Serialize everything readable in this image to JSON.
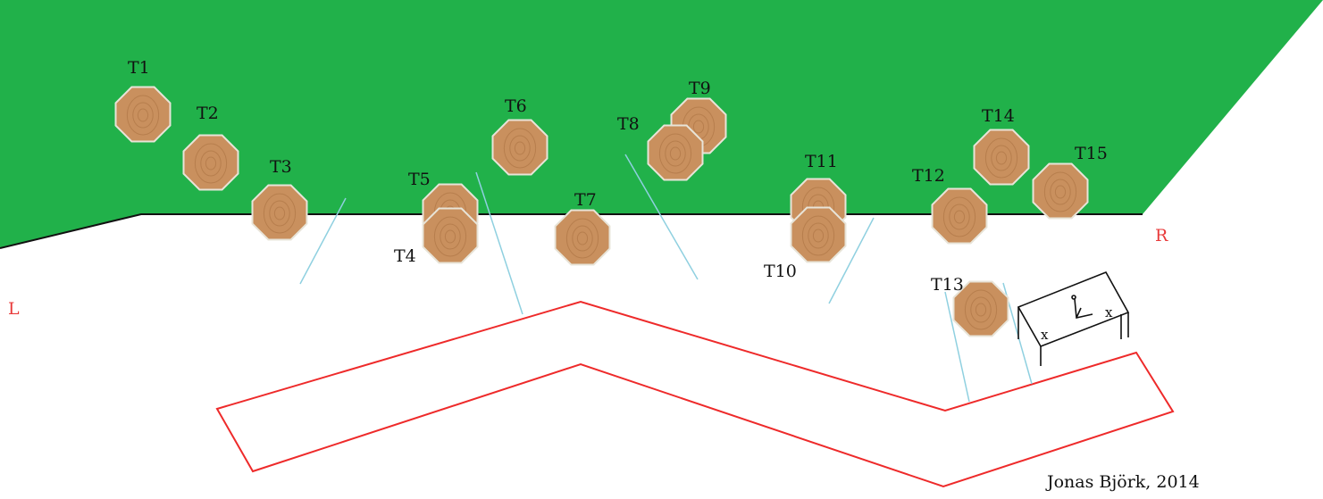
{
  "colors": {
    "ground": "#21b14a",
    "stump_fill": "#c9905e",
    "stump_ring": "#a86f40",
    "stump_outline": "#e8e4d8",
    "path_outline": "#ee2a2a",
    "sight_line": "#8fd0e0",
    "side_marker": "#e83a3a",
    "bench_line": "#111111"
  },
  "trees": [
    {
      "id": "T1"
    },
    {
      "id": "T2"
    },
    {
      "id": "T3"
    },
    {
      "id": "T4"
    },
    {
      "id": "T5"
    },
    {
      "id": "T6"
    },
    {
      "id": "T7"
    },
    {
      "id": "T8"
    },
    {
      "id": "T9"
    },
    {
      "id": "T10"
    },
    {
      "id": "T11"
    },
    {
      "id": "T12"
    },
    {
      "id": "T13"
    },
    {
      "id": "T14"
    },
    {
      "id": "T15"
    }
  ],
  "side_markers": {
    "left": "L",
    "right": "R"
  },
  "bench": {
    "mark_left": "x",
    "mark_right": "x",
    "figure_icon": "seated-person-icon"
  },
  "credit": "Jonas Björk, 2014"
}
